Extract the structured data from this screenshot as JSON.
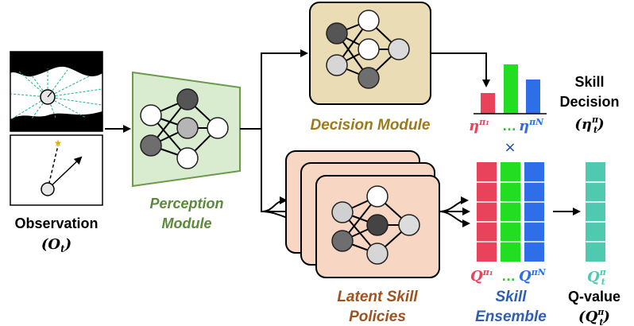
{
  "labels": {
    "observation": "Observation",
    "observation_sym": "(O",
    "observation_sub": "t",
    "observation_close": ")",
    "perception_line1": "Perception",
    "perception_line2": "Module",
    "decision": "Decision Module",
    "latent_line1": "Latent Skill",
    "latent_line2": "Policies",
    "skill_decision_line1": "Skill",
    "skill_decision_line2": "Decision",
    "skill_decision_sym": "(η",
    "skill_decision_sup": "π",
    "skill_decision_sub": "t",
    "skill_decision_close": ")",
    "eta_first": "η",
    "eta_first_sup": "π₁",
    "eta_dots": "…",
    "eta_last": "η",
    "eta_last_sup": "πN",
    "times": "×",
    "q_first": "Q",
    "q_first_sup": "π₁",
    "q_dots": "…",
    "q_last": "Q",
    "q_last_sup": "πN",
    "skill_ensemble_line1": "Skill",
    "skill_ensemble_line2": "Ensemble",
    "q_t": "Q",
    "q_t_sup": "π",
    "q_t_sub": "t",
    "qvalue_line1": "Q-value",
    "qvalue_sym": "(Q",
    "qvalue_sup": "π",
    "qvalue_sub": "t",
    "qvalue_close": ")"
  },
  "colors": {
    "red": "#e8435a",
    "green": "#22dd22",
    "blue": "#2e6ee8",
    "teal": "#4fc9b0",
    "perception_fill": "#d9ecd0",
    "perception_text": "#5a8a3a",
    "decision_fill": "#eadcb4",
    "decision_text": "#9c7a1a",
    "latent_fill": "#f7d7c3",
    "latent_text": "#a0521e",
    "ensemble_text": "#2f5fb0"
  },
  "icons": [
    "neural-network-icon",
    "lidar-map-icon",
    "goal-vector-icon",
    "star-icon"
  ]
}
